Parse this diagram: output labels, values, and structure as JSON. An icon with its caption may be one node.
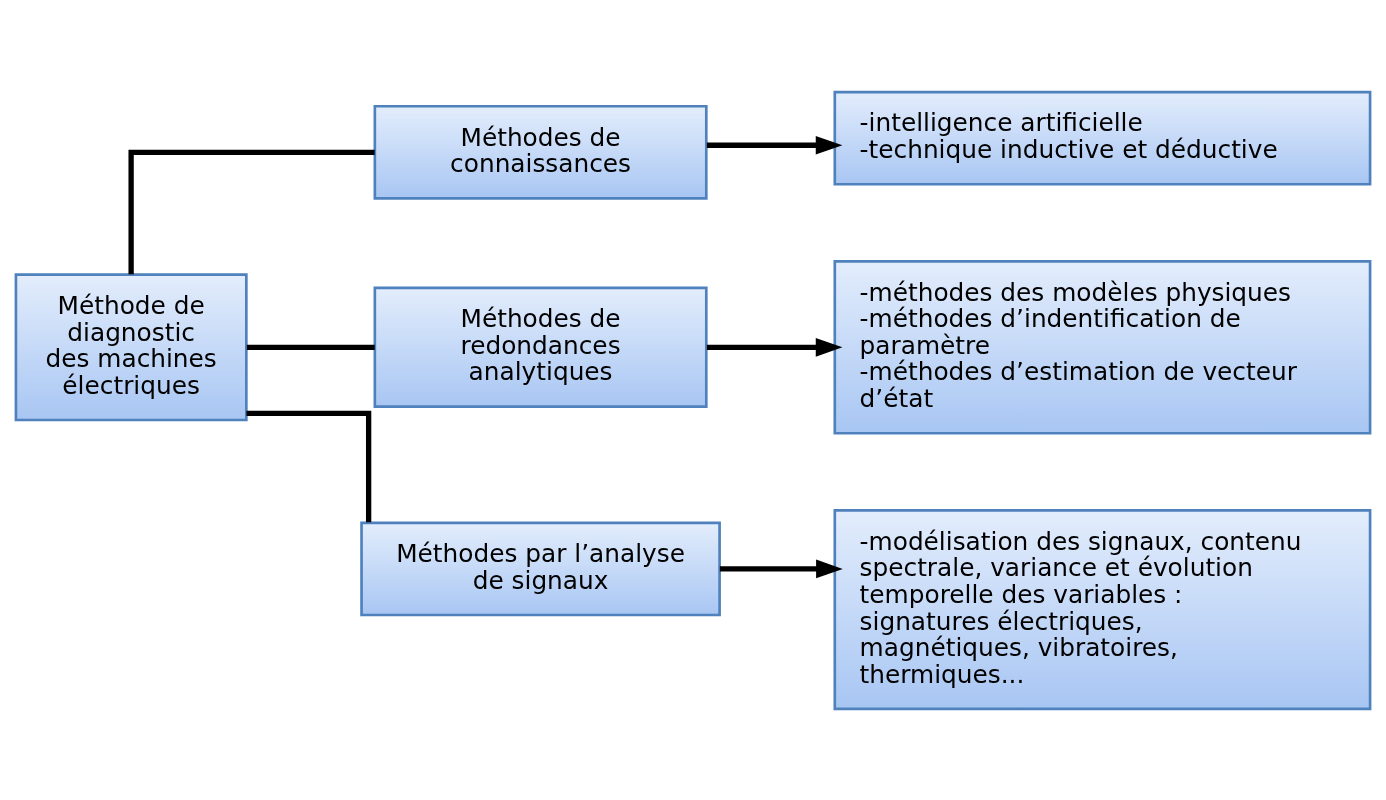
{
  "diagram": {
    "nodes": [
      {
        "text": [
          "Méthode de diagnostic des machines électriques"
        ]
      },
      {
        "text": [
          "Méthodes de connaissances"
        ]
      },
      {
        "text": [
          "Méthodes de redondances analytiques"
        ]
      },
      {
        "text": [
          "Méthodes par l’analyse de signaux"
        ]
      },
      {
        "text": [
          "-intelligence artificielle",
          "-technique inductive et déductive"
        ]
      },
      {
        "text": [
          "-méthodes des modèles physiques",
          "-méthodes d’indentification de paramètre",
          "-méthodes d’estimation de vecteur d’état"
        ]
      },
      {
        "text": [
          "-modélisation des signaux, contenu spectrale, variance et évolution temporelle des variables : signatures électriques, magnétiques, vibratoires, thermiques..."
        ]
      }
    ],
    "edges": [
      {
        "from": 0,
        "to": 1,
        "arrow": "none"
      },
      {
        "from": 0,
        "to": 2,
        "arrow": "none"
      },
      {
        "from": 0,
        "to": 3,
        "arrow": "none"
      },
      {
        "from": 1,
        "to": 4,
        "arrow": "to"
      },
      {
        "from": 2,
        "to": 5,
        "arrow": "to"
      },
      {
        "from": 3,
        "to": 6,
        "arrow": "to"
      }
    ]
  }
}
